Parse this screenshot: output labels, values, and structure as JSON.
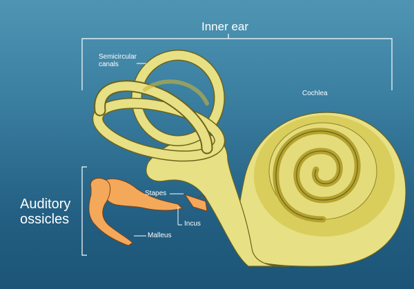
{
  "labels": {
    "inner_ear": "Inner ear",
    "semicircular_canals": "Semicircular\ncanals",
    "cochlea": "Cochlea",
    "stapes": "Stapes",
    "incus": "Incus",
    "malleus": "Malleus",
    "auditory_ossicles": "Auditory\nossicles"
  },
  "colors": {
    "background": "#2f7197",
    "bone_yellow": "#e7e084",
    "bone_dark": "#c8b73a",
    "ossicle_orange": "#f4a85a",
    "bracket_line": "#ffffff"
  }
}
